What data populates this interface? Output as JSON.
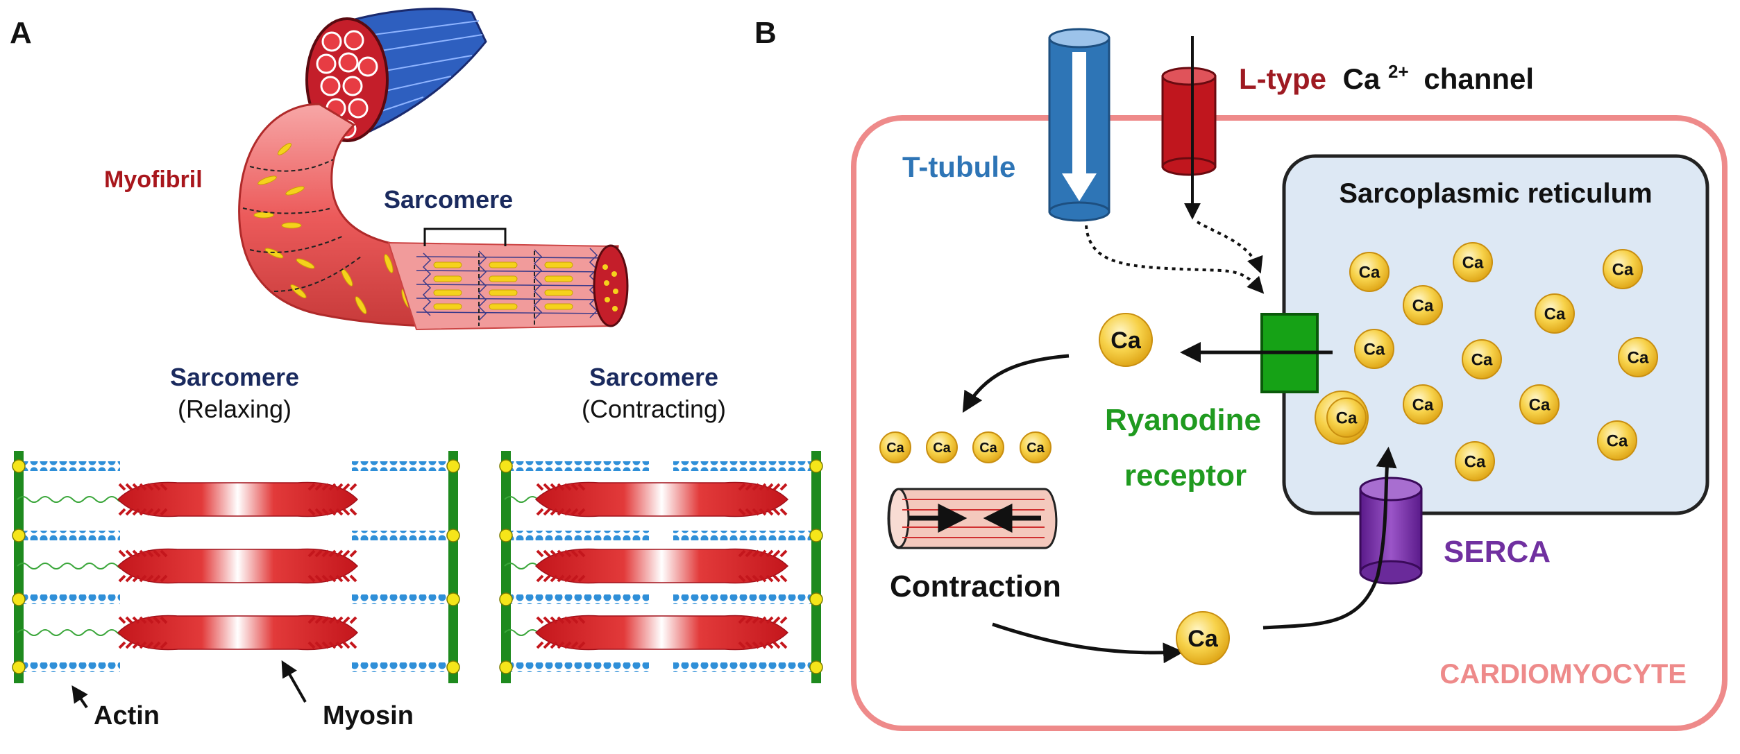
{
  "panel_a": {
    "letter": "A",
    "myofibril_label": "Myofibril",
    "sarcomere_label": "Sarcomere",
    "relaxing": {
      "title": "Sarcomere",
      "state": "(Relaxing)"
    },
    "contracting": {
      "title": "Sarcomere",
      "state": "(Contracting)"
    },
    "actin_label": "Actin",
    "myosin_label": "Myosin"
  },
  "panel_b": {
    "letter": "B",
    "t_tubule_label": "T-tubule",
    "ltype_label": "L-type",
    "ca_label": "Ca",
    "ca_superscript": "2+",
    "channel_label": "channel",
    "sr_label": "Sarcoplasmic reticulum",
    "ryr_line1": "Ryanodine",
    "ryr_line2": "receptor",
    "contraction_label": "Contraction",
    "serca_label": "SERCA",
    "cell_label": "CARDIOMYOCYTE",
    "ion_label": "Ca"
  },
  "colors": {
    "myofibril_red": "#a8161c",
    "sarcomere_navy": "#1a2a5e",
    "t_tubule_blue": "#2e75b6",
    "ltype_darkred": "#9e1a22",
    "ryr_green": "#1f9a1f",
    "serca_purple": "#7030a0",
    "cell_pink": "#ee8a8a",
    "sr_fill": "#dde8f4",
    "ca_gold": "#f2c12e"
  }
}
